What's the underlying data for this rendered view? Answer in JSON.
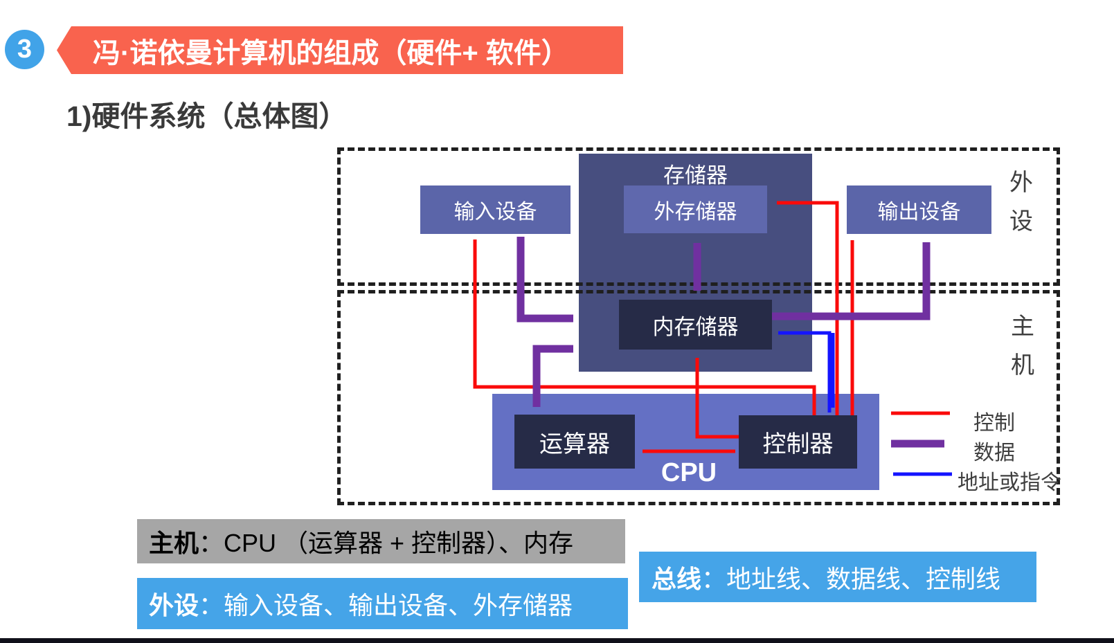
{
  "slide": {
    "badge_number": "3",
    "title": "冯·诺依曼计算机的组成（硬件+ 软件）",
    "subtitle": "1)硬件系统（总体图）"
  },
  "diagram": {
    "regions": {
      "peripheral_char1": "外",
      "peripheral_char2": "设",
      "host_char1": "主",
      "host_char2": "机"
    },
    "boxes": {
      "input_device": "输入设备",
      "storage": "存储器",
      "external_storage": "外存储器",
      "output_device": "输出设备",
      "internal_storage": "内存储器",
      "alu": "运算器",
      "controller": "控制器",
      "cpu_label": "CPU"
    },
    "legend": {
      "control": "控制",
      "data": "数据",
      "address": "地址或指令"
    }
  },
  "summary": {
    "host_label": "主机",
    "host_text": "：CPU （运算器 + 控制器）、内存",
    "peripheral_label": "外设",
    "peripheral_text": "：输入设备、输出设备、外存储器",
    "bus_label": "总线",
    "bus_text": "：地址线、数据线、控制线"
  },
  "colors": {
    "banner": "#f9634e",
    "badge": "#41a3e8",
    "device_box": "#5b65a9",
    "storage_box": "#474e7f",
    "external_storage_box": "#5f68ad",
    "dark_box": "#262b47",
    "cpu_box": "#6470c4",
    "summary_gray": "#a6a6a6",
    "summary_blue": "#45a4e8",
    "arrow_control": "#fa0a0a",
    "arrow_data": "#7030a0",
    "arrow_address": "#1414ff"
  }
}
